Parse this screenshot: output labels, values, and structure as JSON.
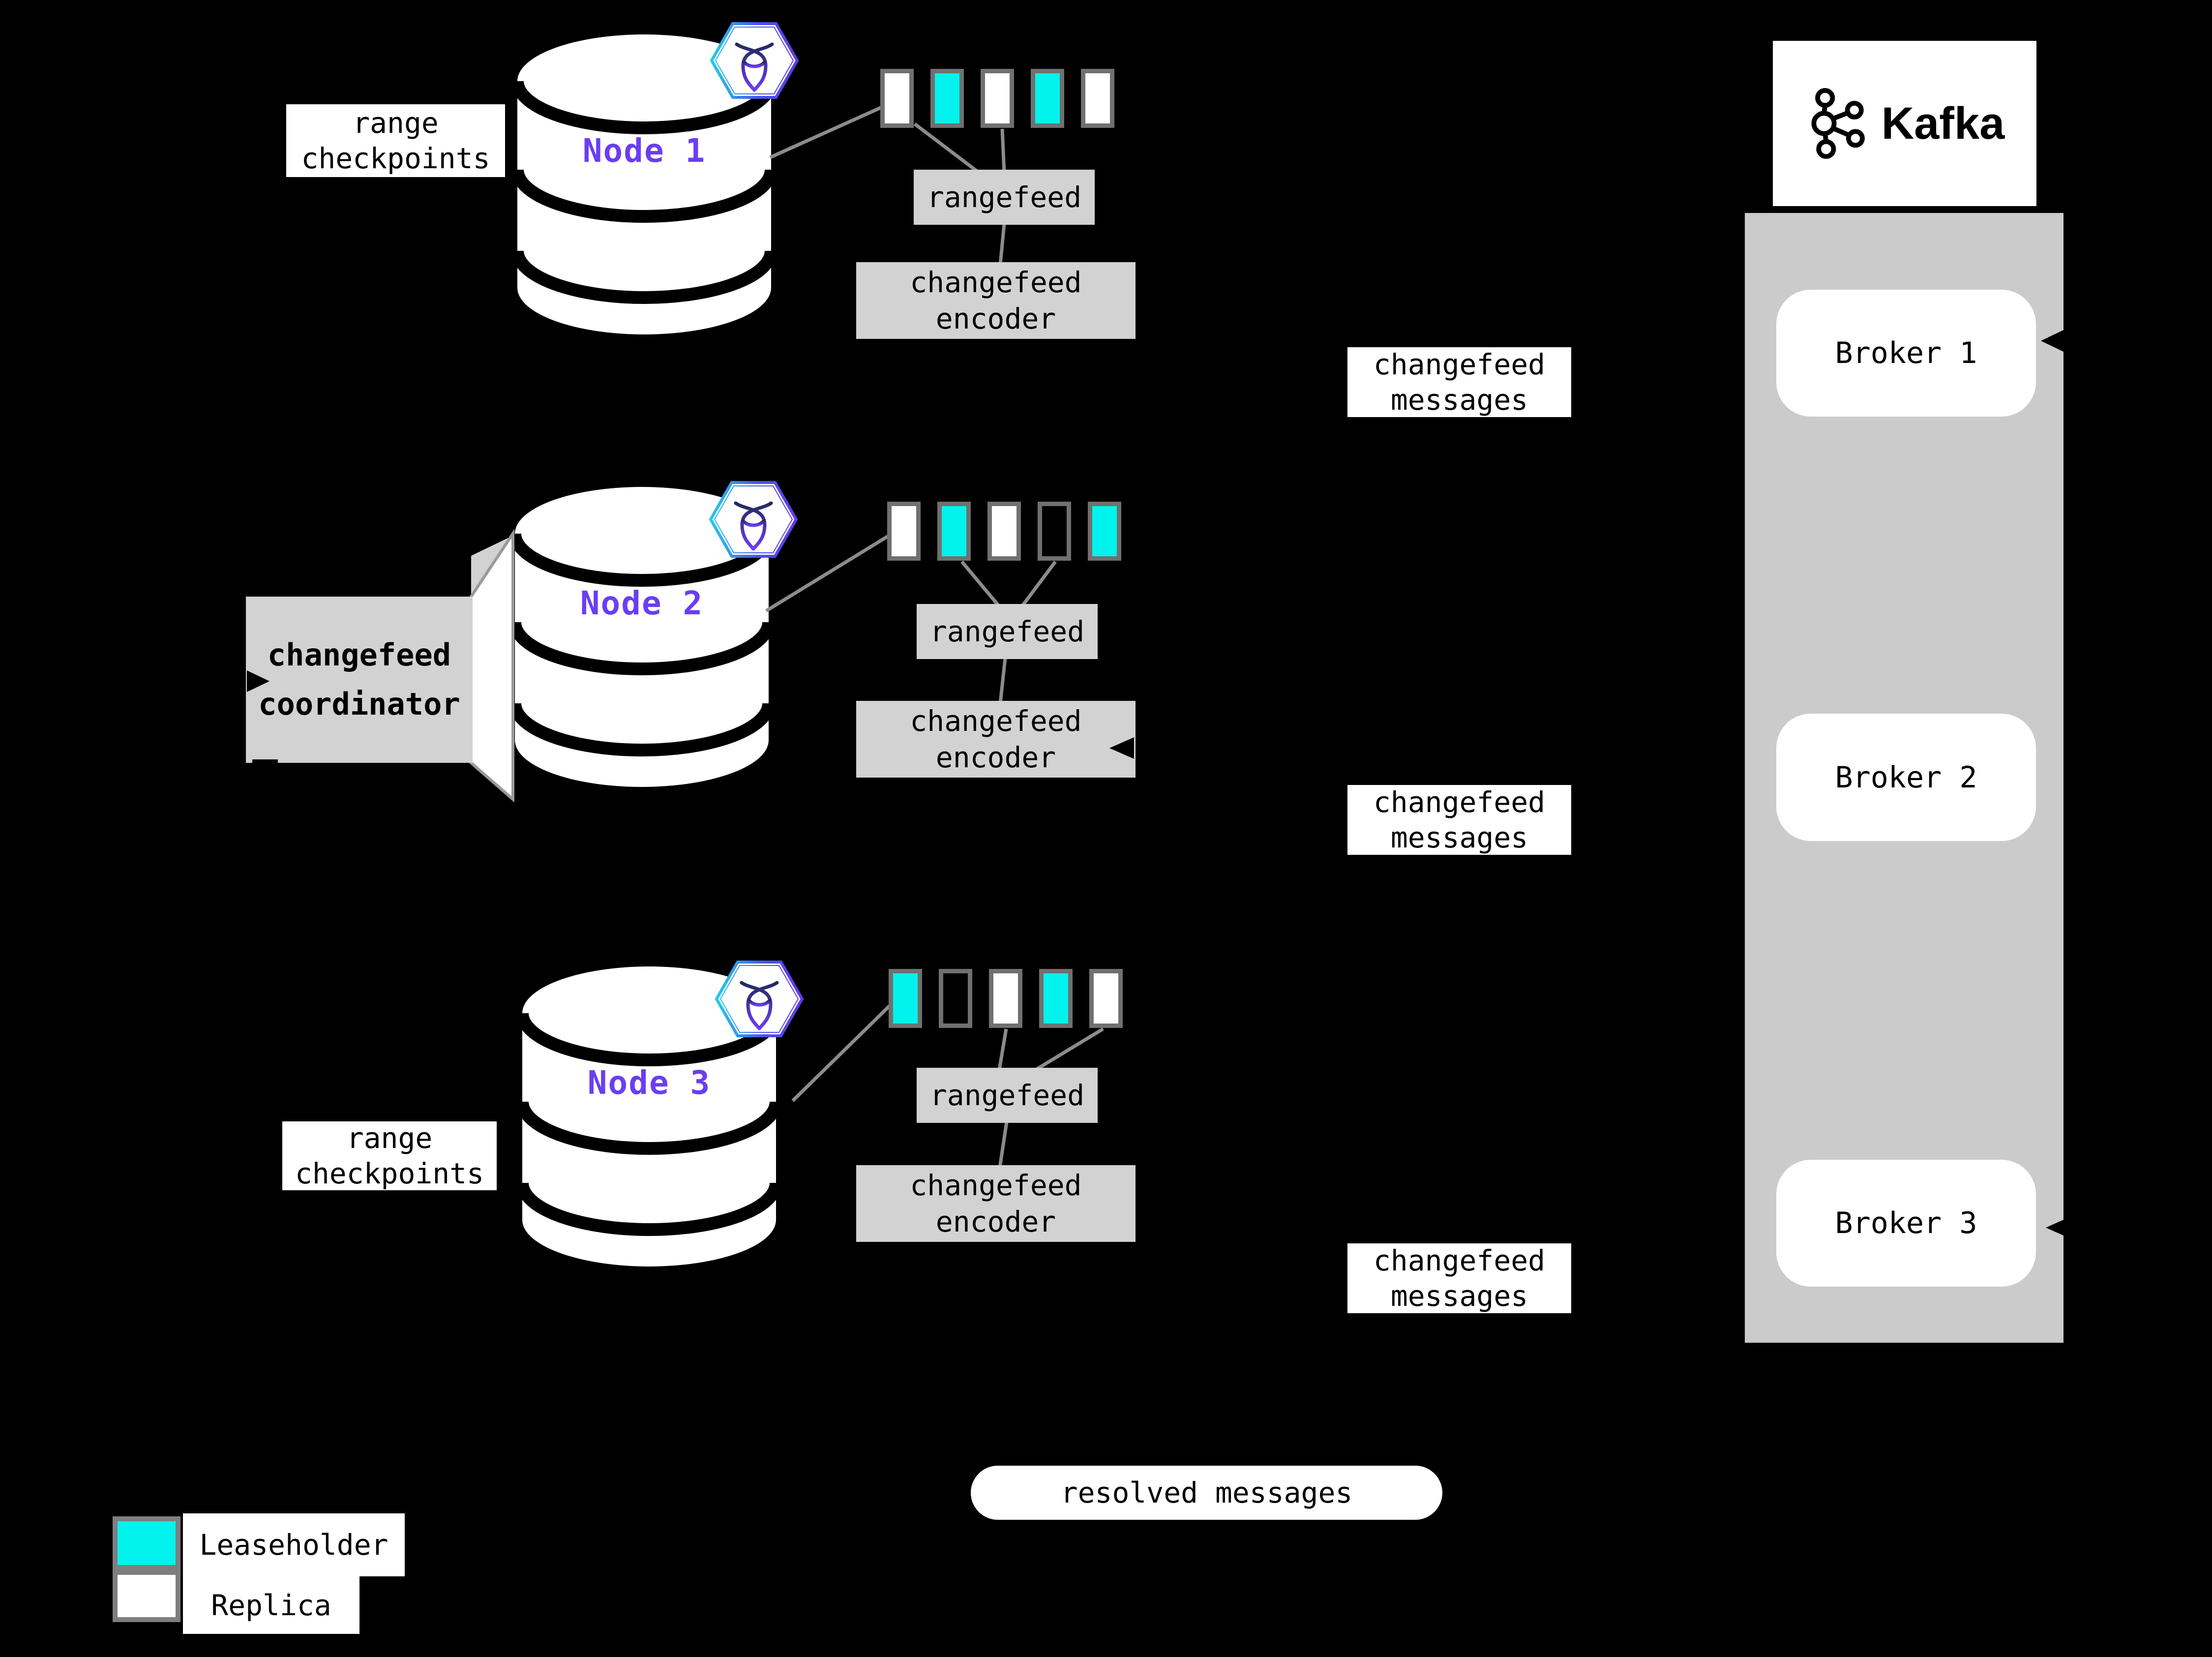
{
  "colors": {
    "background": "#000000",
    "leaseholder_fill": "#00F3EC",
    "replica_fill": "#FFFFFF",
    "square_border": "#707070",
    "box_gray": "#D2D2D2",
    "kafka_panel_gray": "#CBCBCB",
    "connector_gray": "#8C8C8C",
    "node_label_purple": "#6B3DF5",
    "text_black": "#000000"
  },
  "labels": {
    "range_checkpoints": "range checkpoints",
    "rangefeed": "rangefeed",
    "encoder": "changefeed encoder",
    "coordinator": "changefeed coordinator",
    "changefeed_messages": "changefeed messages",
    "resolved_messages": "resolved messages"
  },
  "nodes": [
    {
      "label": "Node 1",
      "replicas": [
        "replica",
        "leaseholder",
        "replica",
        "leaseholder",
        "replica"
      ]
    },
    {
      "label": "Node 2",
      "replicas": [
        "replica",
        "leaseholder",
        "replica",
        "empty",
        "leaseholder"
      ]
    },
    {
      "label": "Node 3",
      "replicas": [
        "leaseholder",
        "empty",
        "replica",
        "leaseholder",
        "replica"
      ]
    }
  ],
  "kafka": {
    "title": "Kafka",
    "brokers": [
      {
        "label": "Broker 1"
      },
      {
        "label": "Broker 2"
      },
      {
        "label": "Broker 3"
      }
    ]
  },
  "legend": [
    {
      "label": "Leaseholder",
      "type": "leaseholder"
    },
    {
      "label": "Replica",
      "type": "replica"
    }
  ]
}
